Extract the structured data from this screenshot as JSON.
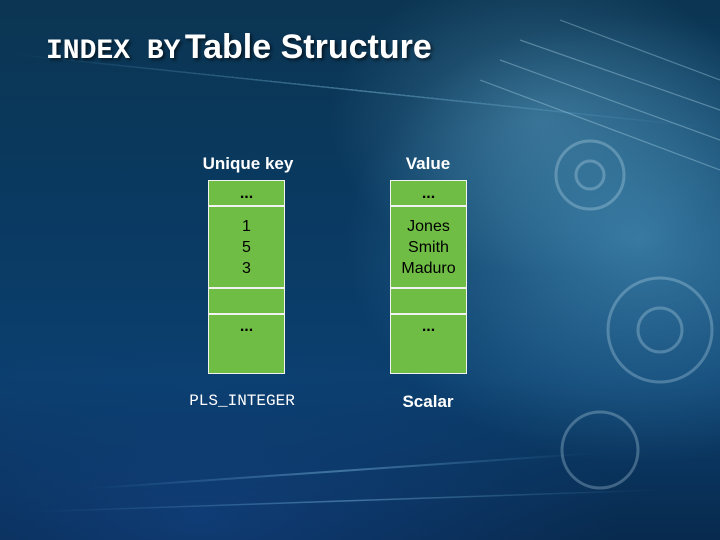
{
  "title": {
    "keyword": "INDEX BY",
    "text": "Table Structure"
  },
  "columns": [
    {
      "header": "Unique key",
      "cells": [
        {
          "lines": [
            "..."
          ]
        },
        {
          "lines": [
            "1",
            "5",
            "3"
          ]
        },
        {
          "lines": [
            ""
          ]
        },
        {
          "lines": [
            "..."
          ]
        }
      ],
      "footer": "PLS_INTEGER"
    },
    {
      "header": "Value",
      "cells": [
        {
          "lines": [
            "..."
          ]
        },
        {
          "lines": [
            "Jones",
            "Smith",
            "Maduro"
          ]
        },
        {
          "lines": [
            ""
          ]
        },
        {
          "lines": [
            "..."
          ]
        }
      ],
      "footer": "Scalar"
    }
  ],
  "colors": {
    "cell_fill": "#6fbd45",
    "cell_border": "#f2f2f2",
    "text_light": "#ffffff"
  }
}
